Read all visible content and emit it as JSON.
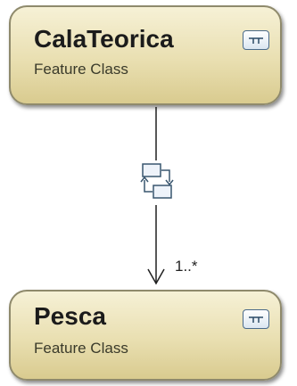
{
  "diagram": {
    "source_class": {
      "name": "CalaTeorica",
      "subtitle": "Feature Class",
      "toggle_icon": "collapse-toggle-icon"
    },
    "target_class": {
      "name": "Pesca",
      "subtitle": "Feature Class",
      "toggle_icon": "collapse-toggle-icon"
    },
    "relationship": {
      "icon": "relationship-icon",
      "target_multiplicity": "1..*"
    }
  }
}
